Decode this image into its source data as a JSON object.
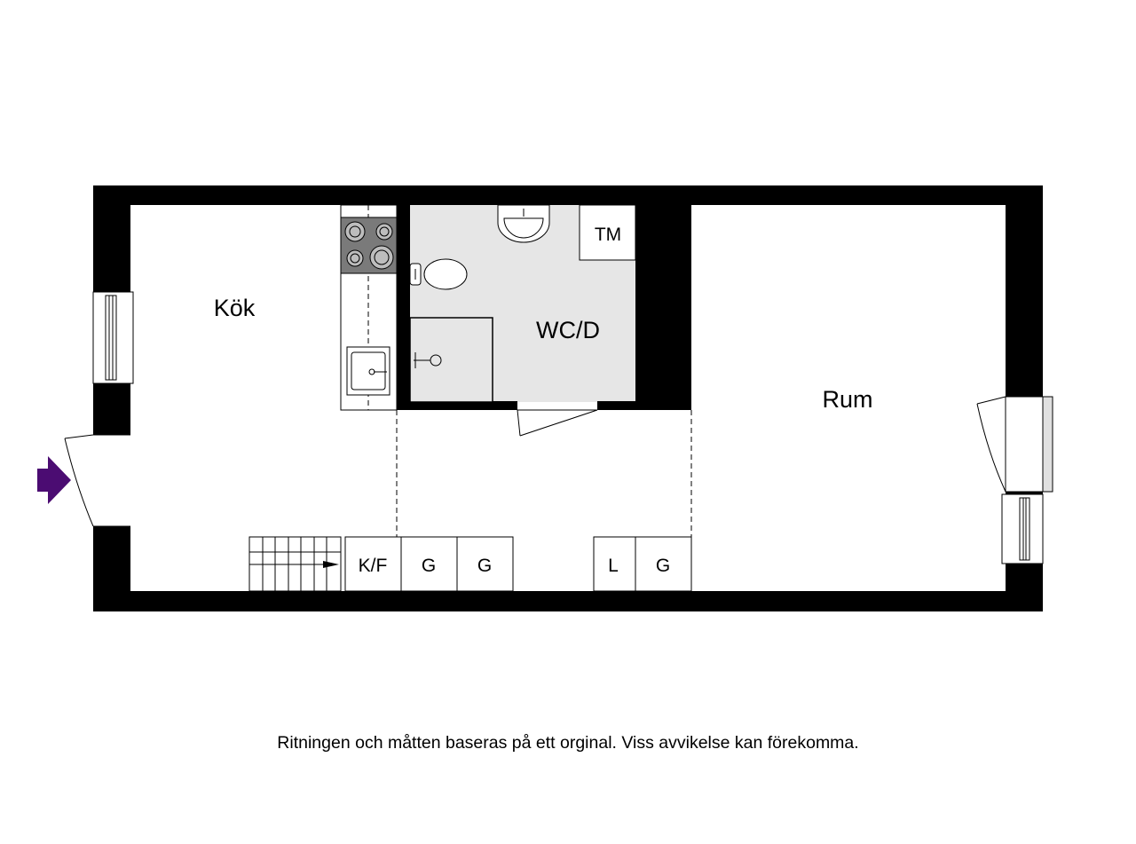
{
  "rooms": {
    "kitchen": "Kök",
    "bathroom": "WC/D",
    "living": "Rum"
  },
  "fixtures": {
    "washer": "TM"
  },
  "closets": [
    "K/F",
    "G",
    "G",
    "L",
    "G"
  ],
  "disclaimer": "Ritningen och måtten baseras på ett orginal. Viss avvikelse kan förekomma.",
  "colors": {
    "wall": "#000000",
    "bathroom_floor": "#e6e6e6",
    "entrance_arrow": "#4b0c72",
    "stove": "#7a7a7a"
  }
}
